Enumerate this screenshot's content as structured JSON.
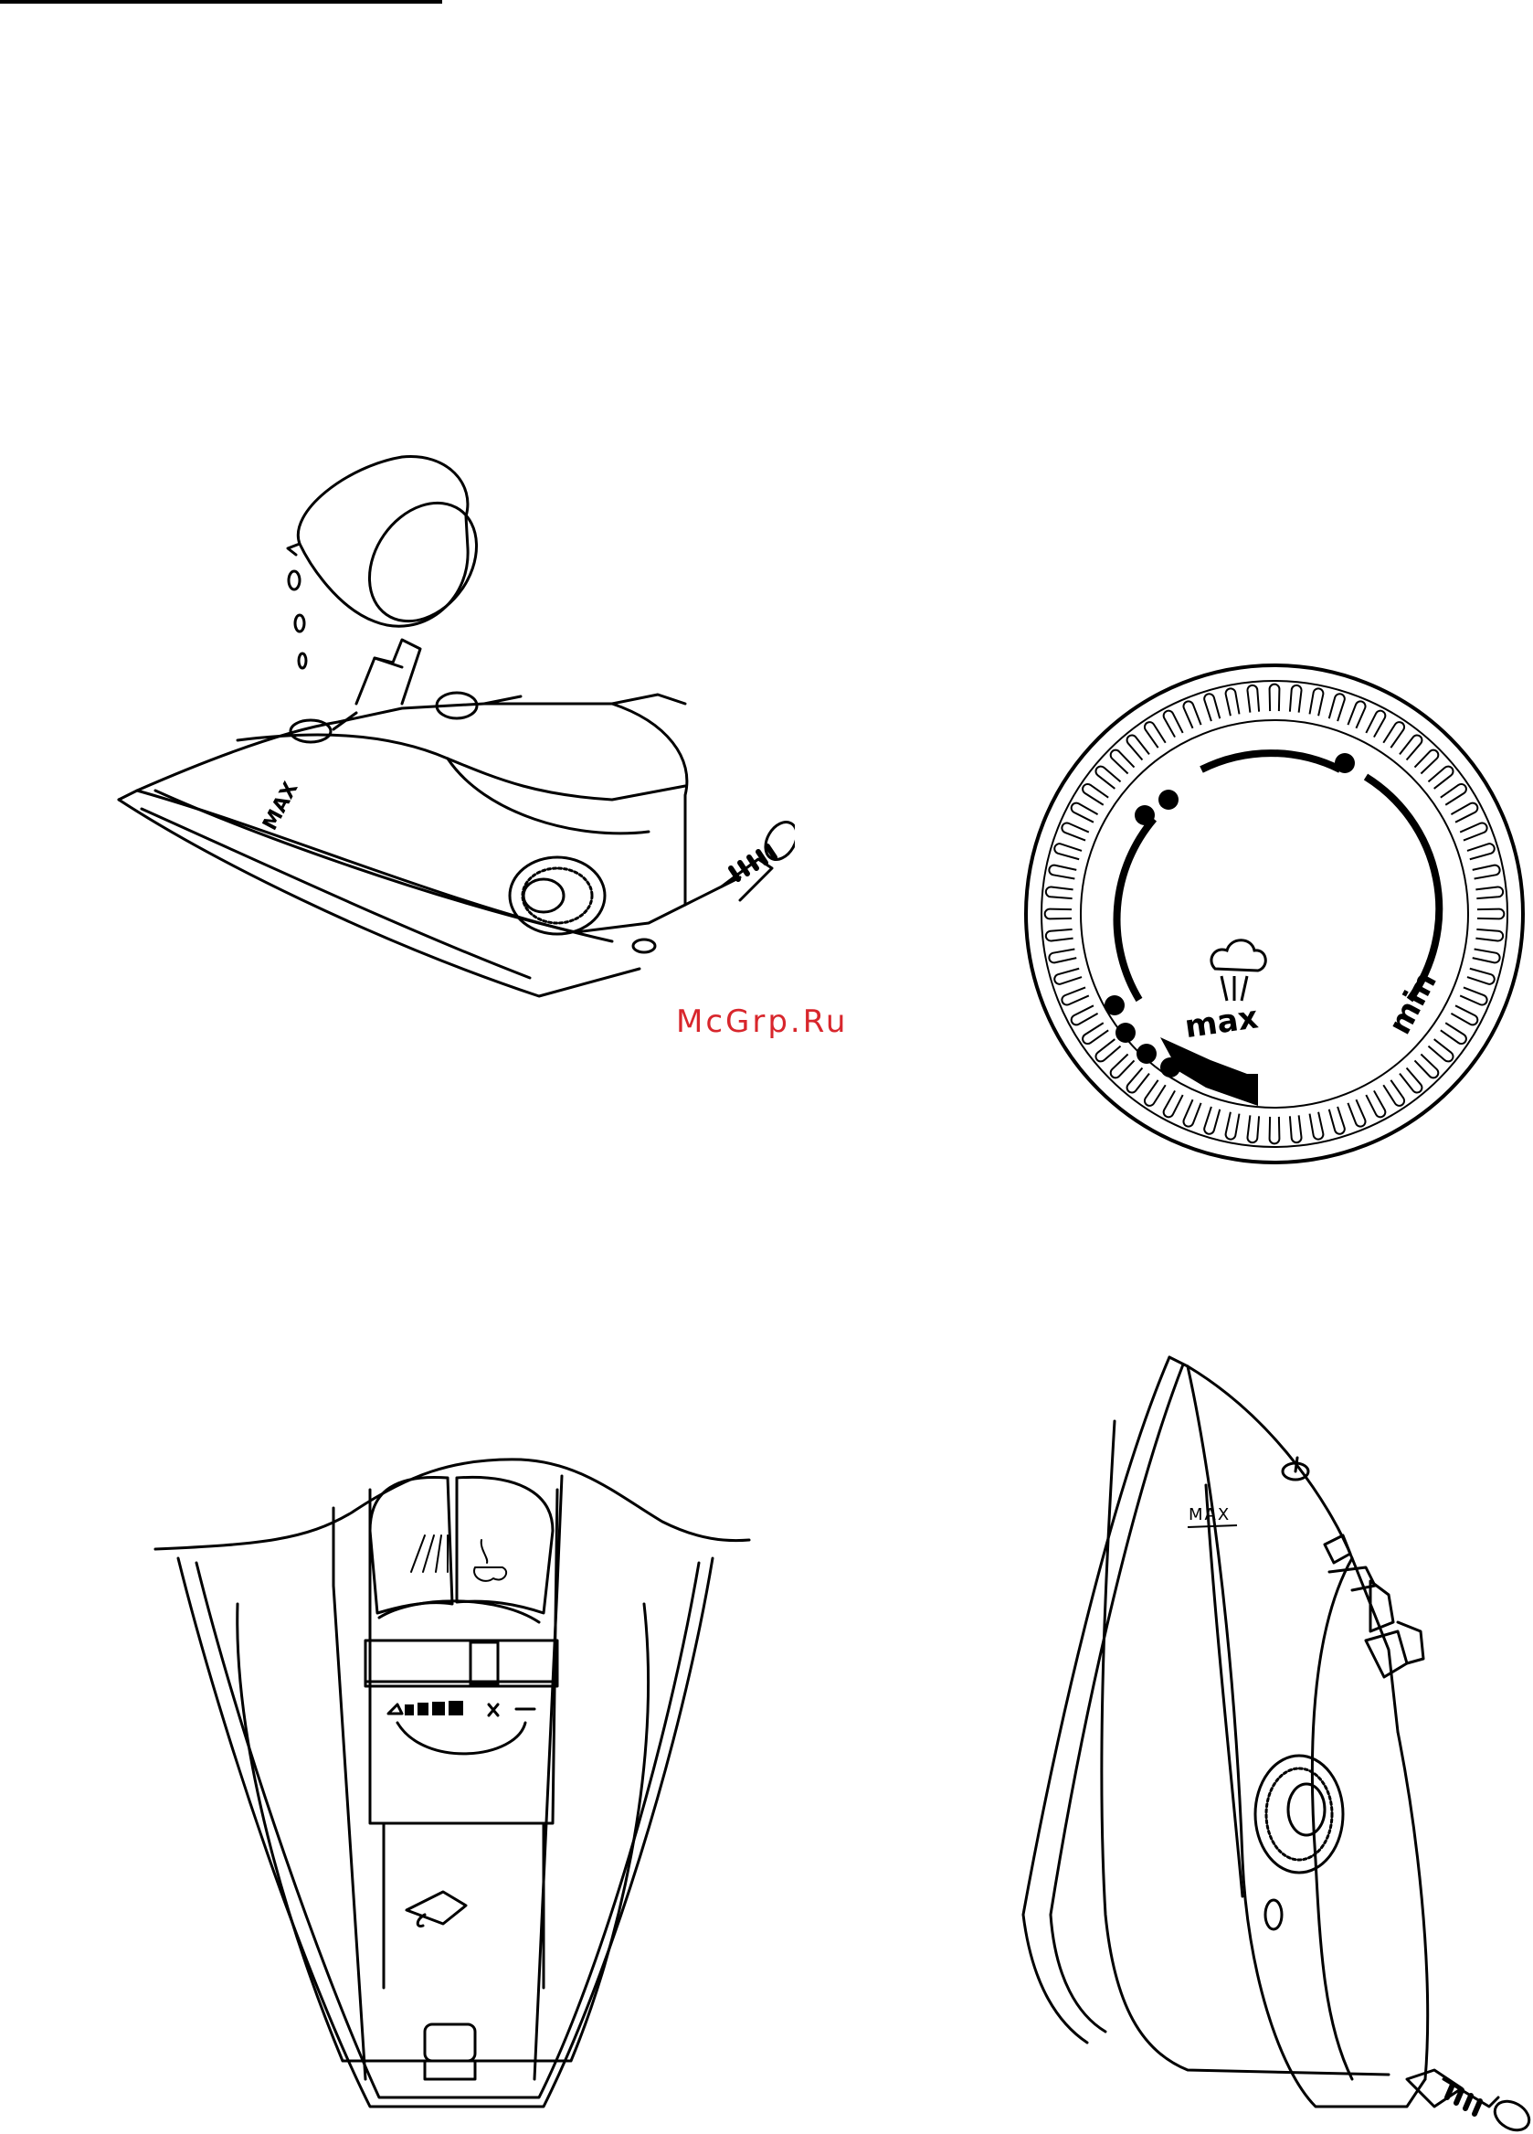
{
  "page": {
    "watermark": "McGrp.Ru"
  },
  "figures": {
    "filling": {
      "iron_label": "MAX"
    },
    "dial": {
      "label_max": "max",
      "label_min": "min"
    },
    "side_view": {
      "iron_label": "MAX"
    }
  },
  "icons": {
    "cup": "measuring-cup-icon",
    "spray": "spray-icon",
    "steam_burst": "steam-burst-icon"
  }
}
